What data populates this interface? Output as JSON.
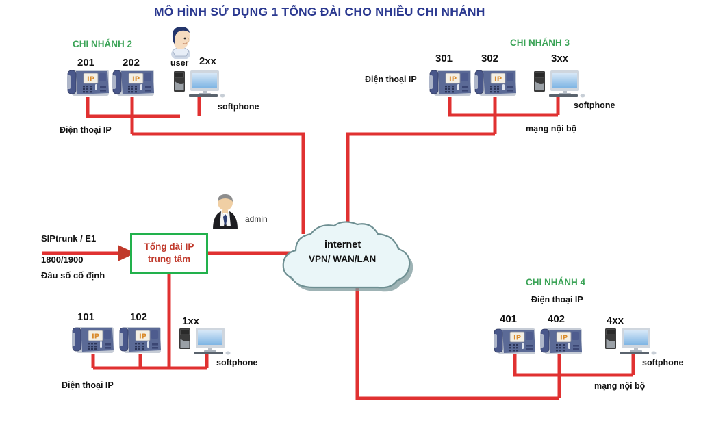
{
  "title": "MÔ HÌNH SỬ DỤNG 1 TỔNG ĐÀI CHO NHIỀU CHI NHÁNH",
  "colors": {
    "title": "#2b3990",
    "branch_heading": "#3aa356",
    "link": "#e03131",
    "pbx_border": "#22b14c",
    "pbx_text": "#c0392b",
    "phone_body": "#4a5a8c",
    "cloud_fill": "#eaf6f8",
    "cloud_stroke": "#6e8f92"
  },
  "pbx": {
    "line1": "Tổng đài IP",
    "line2": "trung tâm",
    "admin_label": "admin"
  },
  "trunk": {
    "line1": "SIPtrunk / E1",
    "line2": "1800/1900",
    "line3": "Đầu số cố định"
  },
  "cloud": {
    "line1": "internet",
    "line2": "VPN/ WAN/LAN"
  },
  "branches": [
    {
      "id": "hq",
      "heading": "",
      "phones": [
        "101",
        "102"
      ],
      "softphone_ext": "1xx",
      "softphone_label": "softphone",
      "phone_label": "Điện thoại IP",
      "network_label": ""
    },
    {
      "id": "branch2",
      "heading": "CHI NHÁNH 2",
      "phones": [
        "201",
        "202"
      ],
      "softphone_ext": "2xx",
      "softphone_label": "softphone",
      "phone_label": "Điện thoại IP",
      "user_label": "user",
      "network_label": ""
    },
    {
      "id": "branch3",
      "heading": "CHI NHÁNH 3",
      "phones": [
        "301",
        "302"
      ],
      "softphone_ext": "3xx",
      "softphone_label": "softphone",
      "phone_label": "Điện thoại IP",
      "network_label": "mạng nội bộ"
    },
    {
      "id": "branch4",
      "heading": "CHI NHÁNH 4",
      "phones": [
        "401",
        "402"
      ],
      "softphone_ext": "4xx",
      "softphone_label": "softphone",
      "phone_label": "Điện thoại IP",
      "network_label": "mạng nội bộ"
    }
  ]
}
